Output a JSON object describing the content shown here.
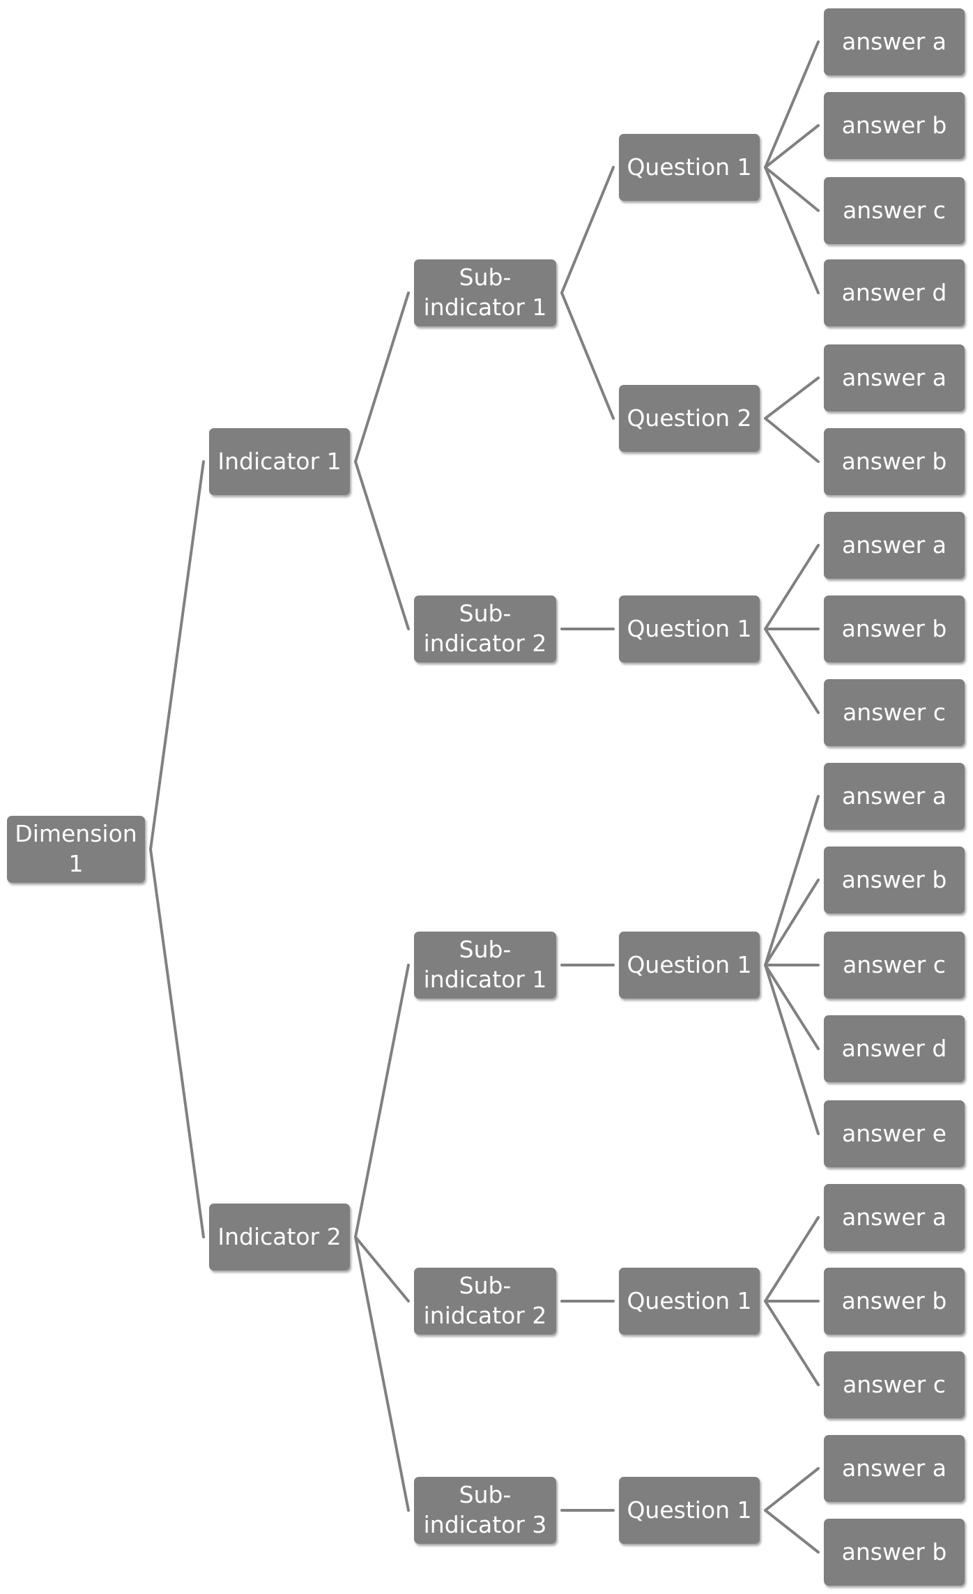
{
  "diagram": {
    "type": "tree",
    "orientation": "left-to-right",
    "colors": {
      "node_fill": "#7f7f7f",
      "node_text": "#ffffff",
      "connector": "#808080",
      "background": "#ffffff"
    },
    "root": {
      "label": "Dimension\n1",
      "children": [
        {
          "label": "Indicator 1",
          "children": [
            {
              "label": "Sub-\nindicator 1",
              "children": [
                {
                  "label": "Question 1",
                  "children": [
                    {
                      "label": "answer a"
                    },
                    {
                      "label": "answer b"
                    },
                    {
                      "label": "answer c"
                    },
                    {
                      "label": "answer d"
                    }
                  ]
                },
                {
                  "label": "Question 2",
                  "children": [
                    {
                      "label": "answer a"
                    },
                    {
                      "label": "answer b"
                    }
                  ]
                }
              ]
            },
            {
              "label": "Sub-\nindicator 2",
              "children": [
                {
                  "label": "Question 1",
                  "children": [
                    {
                      "label": "answer a"
                    },
                    {
                      "label": "answer b"
                    },
                    {
                      "label": "answer c"
                    }
                  ]
                }
              ]
            }
          ]
        },
        {
          "label": "Indicator 2",
          "children": [
            {
              "label": "Sub-\nindicator 1",
              "children": [
                {
                  "label": "Question 1",
                  "children": [
                    {
                      "label": "answer a"
                    },
                    {
                      "label": "answer b"
                    },
                    {
                      "label": "answer c"
                    },
                    {
                      "label": "answer d"
                    },
                    {
                      "label": "answer e"
                    }
                  ]
                }
              ]
            },
            {
              "label": "Sub-\ninidcator 2",
              "children": [
                {
                  "label": "Question 1",
                  "children": [
                    {
                      "label": "answer a"
                    },
                    {
                      "label": "answer b"
                    },
                    {
                      "label": "answer c"
                    }
                  ]
                }
              ]
            },
            {
              "label": "Sub-\nindicator 3",
              "children": [
                {
                  "label": "Question 1",
                  "children": [
                    {
                      "label": "answer a"
                    },
                    {
                      "label": "answer b"
                    }
                  ]
                }
              ]
            }
          ]
        }
      ]
    }
  }
}
